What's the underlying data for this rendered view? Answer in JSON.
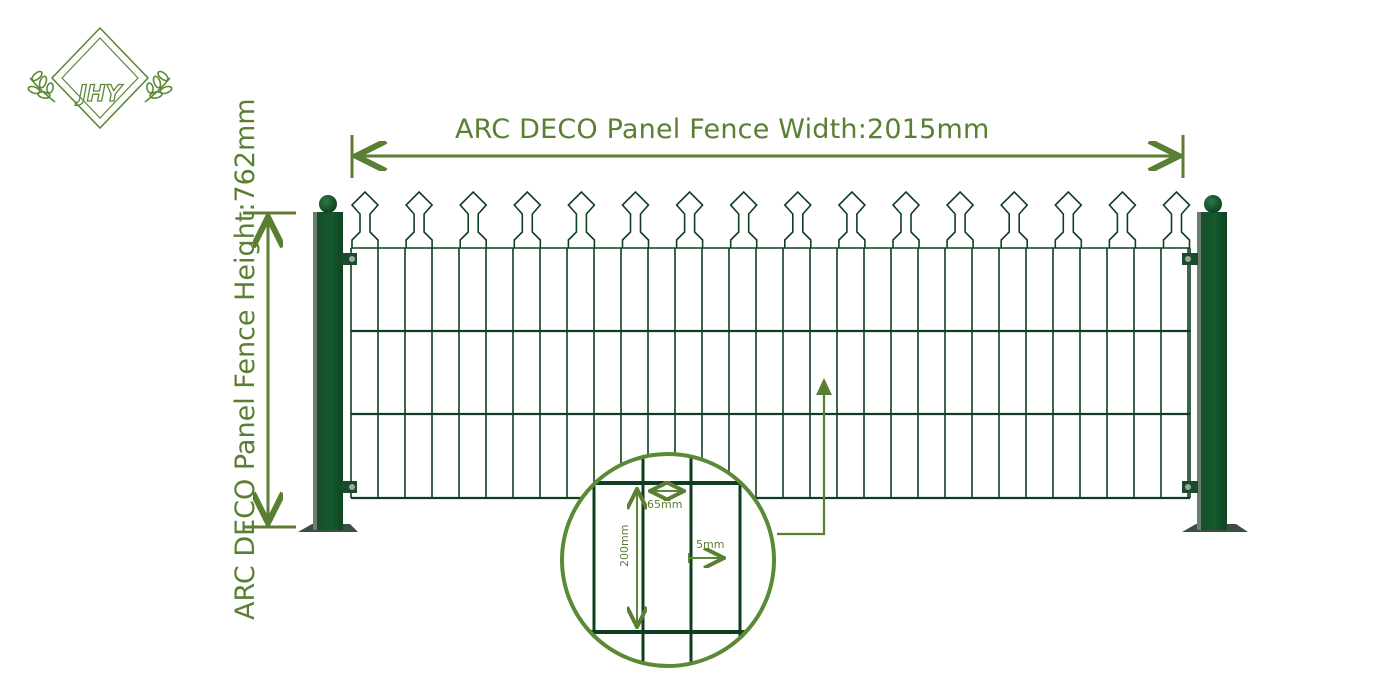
{
  "logo": {
    "text": "JHY",
    "color": "#5a8a36"
  },
  "dimensions": {
    "width_label": "ARC DECO Panel Fence  Width:2015mm",
    "height_label": "ARC DECO Panel Fence Height:762mm"
  },
  "detail": {
    "mesh_width": "65mm",
    "mesh_height": "200mm",
    "wire_diameter": "5mm"
  },
  "colors": {
    "annotation": "#5a7f33",
    "fence": "#0f3d20",
    "post": "#145a2c"
  }
}
